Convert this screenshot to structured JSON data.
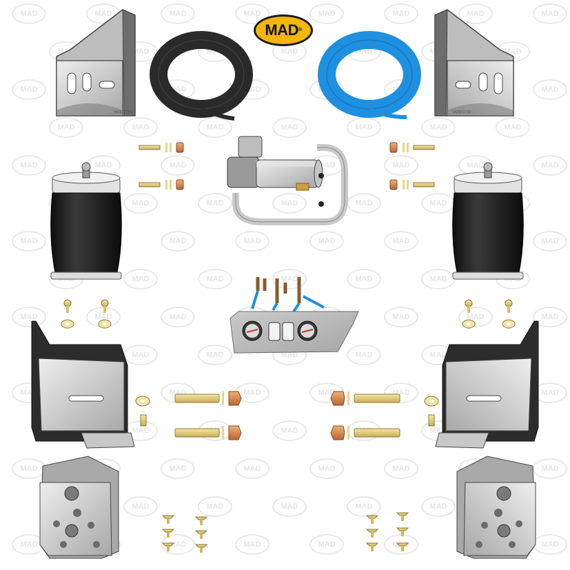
{
  "brand": {
    "logo_text": "MAD",
    "registered_mark": "®",
    "color": "#f4b50c"
  },
  "watermark": {
    "text": "MAD"
  },
  "brackets": {
    "upper_label": "VADE0276R"
  },
  "colors": {
    "hose_black": "#2a2a2a",
    "hose_blue": "#1f8fe0",
    "metal_light": "#d2d2d2",
    "metal_dark": "#5a5a5a",
    "bolt_yellow": "#ead27a",
    "nut_copper": "#d9884a",
    "rubber": "#1c1c1c"
  },
  "gauge_panel": {
    "icon": "air-gauge-icon"
  },
  "compressor": {
    "icon": "compressor-icon"
  }
}
